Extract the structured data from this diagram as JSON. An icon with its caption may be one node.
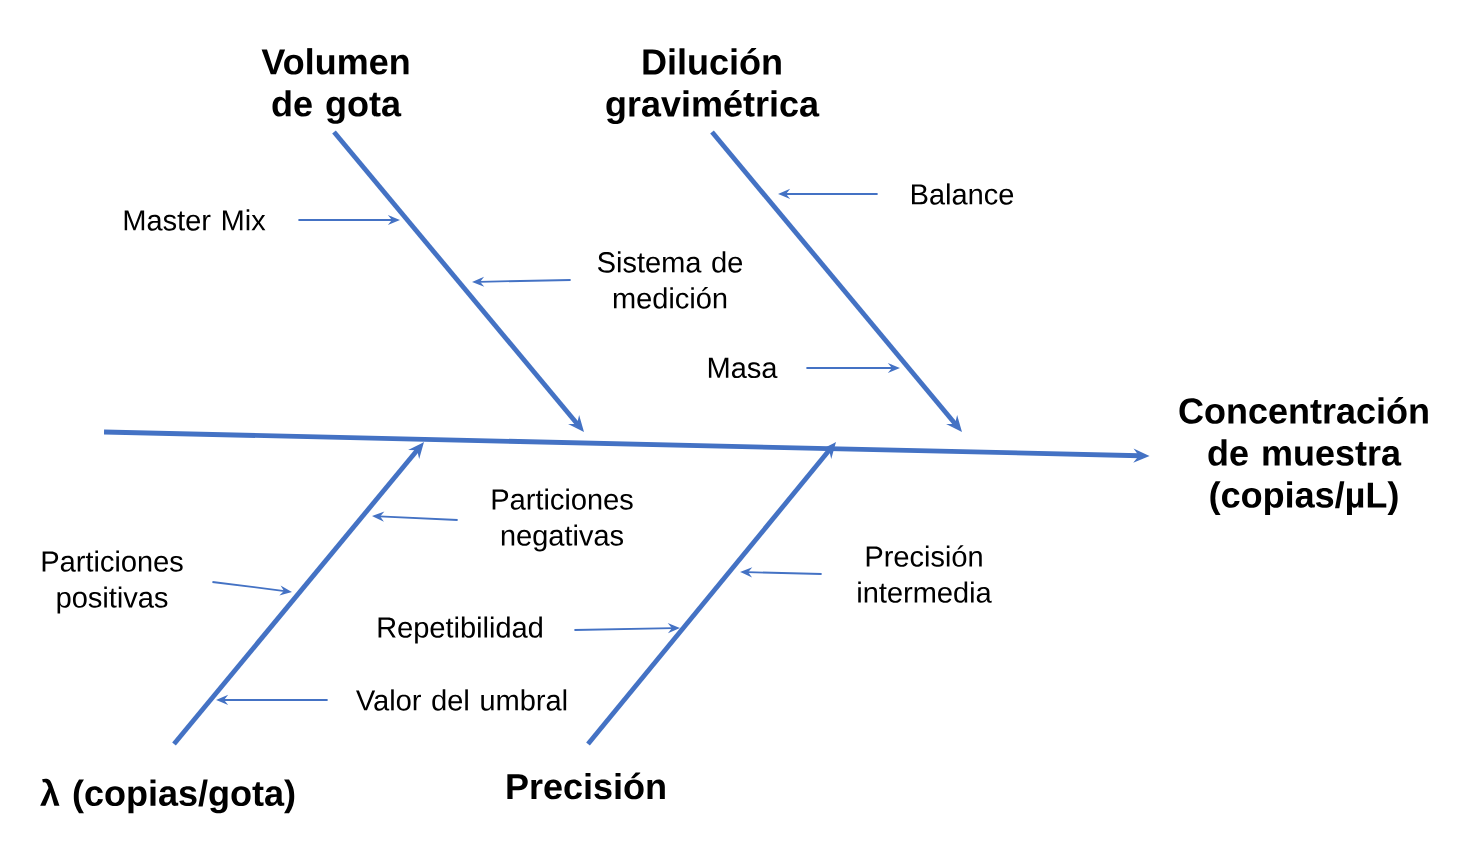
{
  "diagram": {
    "nodes": [
      {
        "text": [
          "Volumen de gota"
        ]
      },
      {
        "text": [
          "Dilución gravimétrica"
        ]
      },
      {
        "text": [
          "Concentración de muestra (copias/µL)"
        ]
      },
      {
        "text": [
          "λ (copias/gota)"
        ]
      },
      {
        "text": [
          "Precisión"
        ]
      },
      {
        "text": [
          "Master Mix"
        ]
      },
      {
        "text": [
          "Sistema de medición"
        ]
      },
      {
        "text": [
          "Balance"
        ]
      },
      {
        "text": [
          "Masa"
        ]
      },
      {
        "text": [
          "Particiones negativas"
        ]
      },
      {
        "text": [
          "Particiones positivas"
        ]
      },
      {
        "text": [
          "Precisión intermedia"
        ]
      },
      {
        "text": [
          "Repetibilidad"
        ]
      },
      {
        "text": [
          "Valor del umbral"
        ]
      }
    ],
    "edges": [
      {
        "from": null,
        "to": 2,
        "arrow": "to",
        "style": "thick"
      },
      {
        "from": 0,
        "to": null,
        "arrow": "to",
        "style": "thick"
      },
      {
        "from": 1,
        "to": null,
        "arrow": "to",
        "style": "thick"
      },
      {
        "from": 3,
        "to": null,
        "arrow": "to",
        "style": "thick"
      },
      {
        "from": 4,
        "to": null,
        "arrow": "to",
        "style": "thick"
      },
      {
        "from": 5,
        "to": null,
        "arrow": "to"
      },
      {
        "from": 6,
        "to": null,
        "arrow": "to"
      },
      {
        "from": 7,
        "to": null,
        "arrow": "to"
      },
      {
        "from": 8,
        "to": null,
        "arrow": "to"
      },
      {
        "from": 9,
        "to": null,
        "arrow": "to"
      },
      {
        "from": 10,
        "to": null,
        "arrow": "to"
      },
      {
        "from": 11,
        "to": null,
        "arrow": "to"
      },
      {
        "from": 12,
        "to": null,
        "arrow": "to"
      },
      {
        "from": 13,
        "to": null,
        "arrow": "to"
      }
    ]
  }
}
